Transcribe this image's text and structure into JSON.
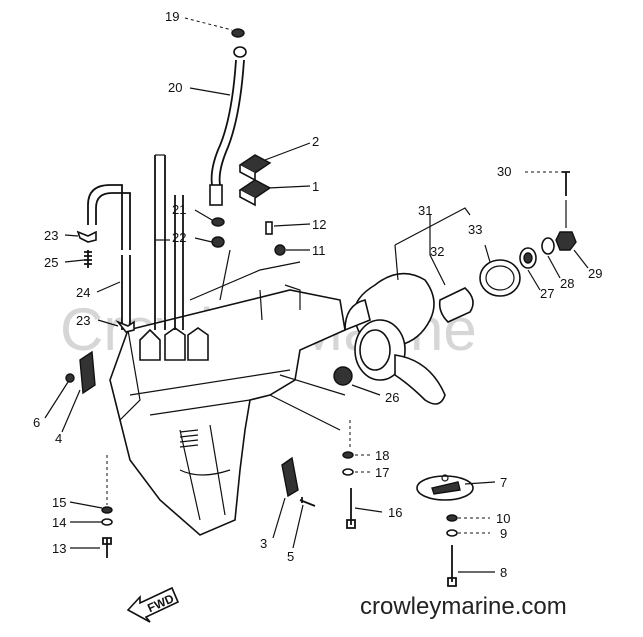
{
  "watermark": "Crowley Marine",
  "site": "crowleymarine.com",
  "fwd_label": "FWD",
  "callouts": [
    {
      "id": "1",
      "text": "1"
    },
    {
      "id": "2",
      "text": "2"
    },
    {
      "id": "3",
      "text": "3"
    },
    {
      "id": "4",
      "text": "4"
    },
    {
      "id": "5",
      "text": "5"
    },
    {
      "id": "6",
      "text": "6"
    },
    {
      "id": "7",
      "text": "7"
    },
    {
      "id": "8",
      "text": "8"
    },
    {
      "id": "9",
      "text": "9"
    },
    {
      "id": "10",
      "text": "10"
    },
    {
      "id": "11",
      "text": "11"
    },
    {
      "id": "12",
      "text": "12"
    },
    {
      "id": "13",
      "text": "13"
    },
    {
      "id": "14",
      "text": "14"
    },
    {
      "id": "15",
      "text": "15"
    },
    {
      "id": "16",
      "text": "16"
    },
    {
      "id": "17",
      "text": "17"
    },
    {
      "id": "18",
      "text": "18"
    },
    {
      "id": "19",
      "text": "19"
    },
    {
      "id": "20",
      "text": "20"
    },
    {
      "id": "21",
      "text": "21"
    },
    {
      "id": "22",
      "text": "22"
    },
    {
      "id": "23a",
      "text": "23"
    },
    {
      "id": "23b",
      "text": "23"
    },
    {
      "id": "24",
      "text": "24"
    },
    {
      "id": "25",
      "text": "25"
    },
    {
      "id": "26",
      "text": "26"
    },
    {
      "id": "27",
      "text": "27"
    },
    {
      "id": "28",
      "text": "28"
    },
    {
      "id": "29",
      "text": "29"
    },
    {
      "id": "30",
      "text": "30"
    },
    {
      "id": "31",
      "text": "31"
    },
    {
      "id": "32",
      "text": "32"
    },
    {
      "id": "33",
      "text": "33"
    }
  ]
}
